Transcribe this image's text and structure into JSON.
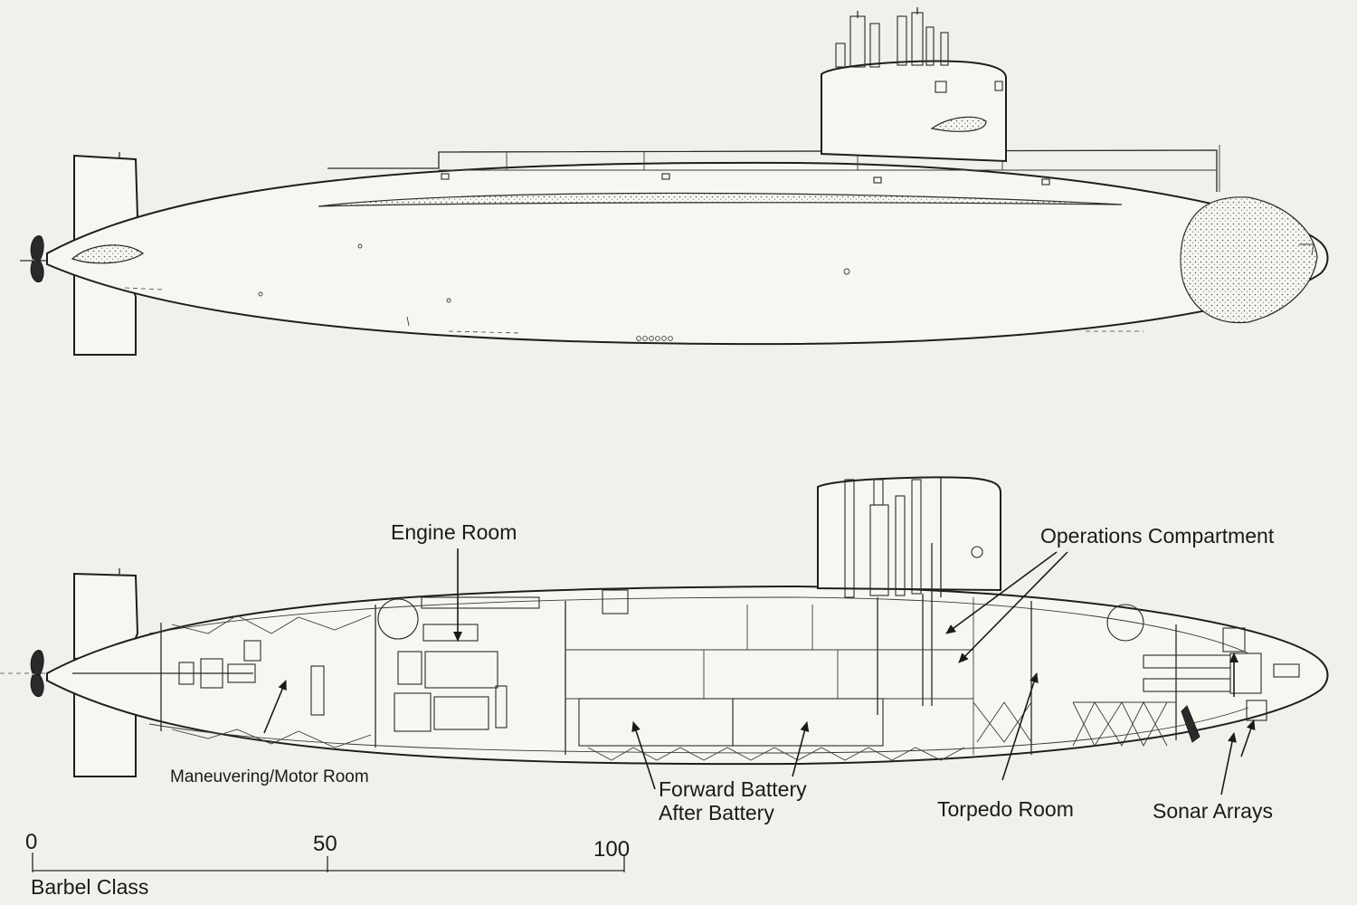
{
  "labels": {
    "engine_room": "Engine Room",
    "operations_compartment": "Operations Compartment",
    "maneuvering_motor_room": "Maneuvering/Motor Room",
    "forward_battery": "Forward Battery",
    "after_battery": "After Battery",
    "torpedo_room": "Torpedo Room",
    "sonar_arrays": "Sonar Arrays"
  },
  "scale": {
    "ticks": [
      "0",
      "50",
      "100"
    ]
  },
  "caption": "Barbel Class"
}
